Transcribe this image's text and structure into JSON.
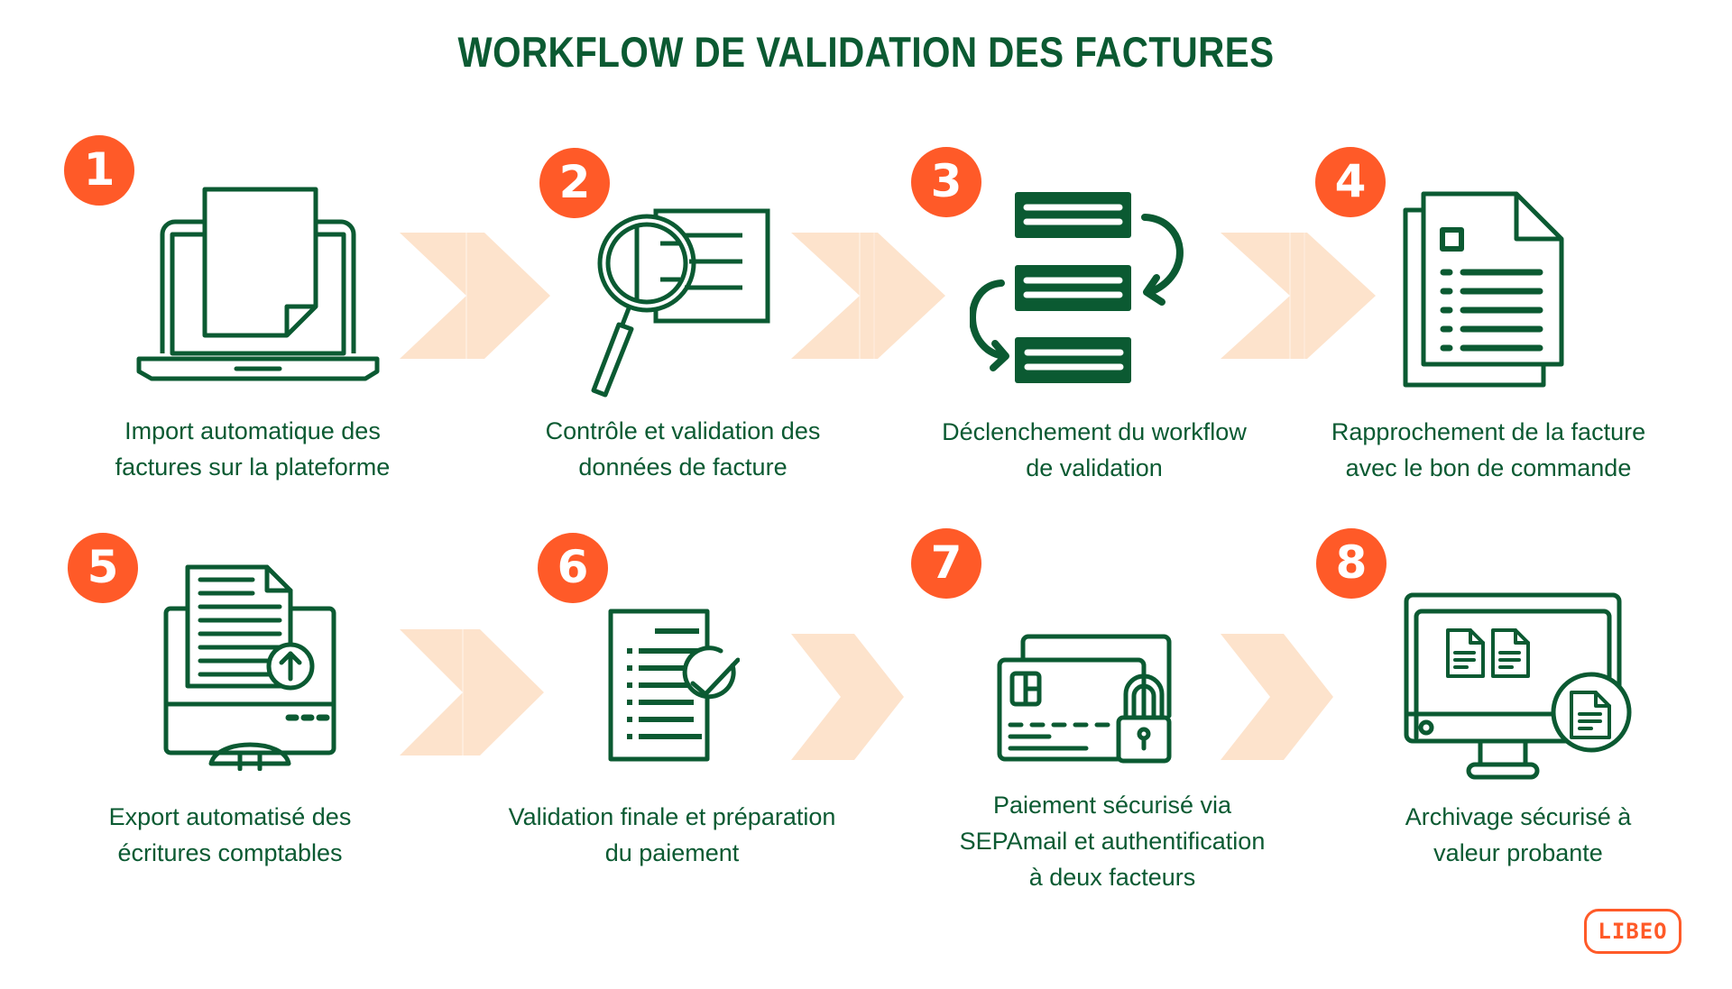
{
  "title": "WORKFLOW DE VALIDATION DES FACTURES",
  "colors": {
    "primary_green": "#0b5a32",
    "accent_orange": "#ff5a28",
    "arrow_peach": "#fde3cc"
  },
  "steps": [
    {
      "number": "1",
      "icon": "laptop-document-icon",
      "lines": [
        "Import automatique des",
        "factures sur la plateforme"
      ]
    },
    {
      "number": "2",
      "icon": "magnifier-document-icon",
      "lines": [
        "Contrôle et validation des",
        "données de facture"
      ]
    },
    {
      "number": "3",
      "icon": "workflow-blocks-icon",
      "lines": [
        "Déclenchement du workflow",
        "de validation"
      ]
    },
    {
      "number": "4",
      "icon": "stacked-documents-icon",
      "lines": [
        "Rapprochement de la facture",
        "avec le bon de commande"
      ]
    },
    {
      "number": "5",
      "icon": "monitor-export-icon",
      "lines": [
        "Export automatisé des",
        "écritures comptables"
      ]
    },
    {
      "number": "6",
      "icon": "checklist-approved-icon",
      "lines": [
        "Validation finale et préparation",
        "du paiement"
      ]
    },
    {
      "number": "7",
      "icon": "card-lock-icon",
      "lines": [
        "Paiement sécurisé via",
        "SEPAmail et authentification",
        "à deux facteurs"
      ]
    },
    {
      "number": "8",
      "icon": "monitor-archive-icon",
      "lines": [
        "Archivage sécurisé à",
        "valeur probante"
      ]
    }
  ],
  "logo": {
    "text": "LIBEO"
  }
}
